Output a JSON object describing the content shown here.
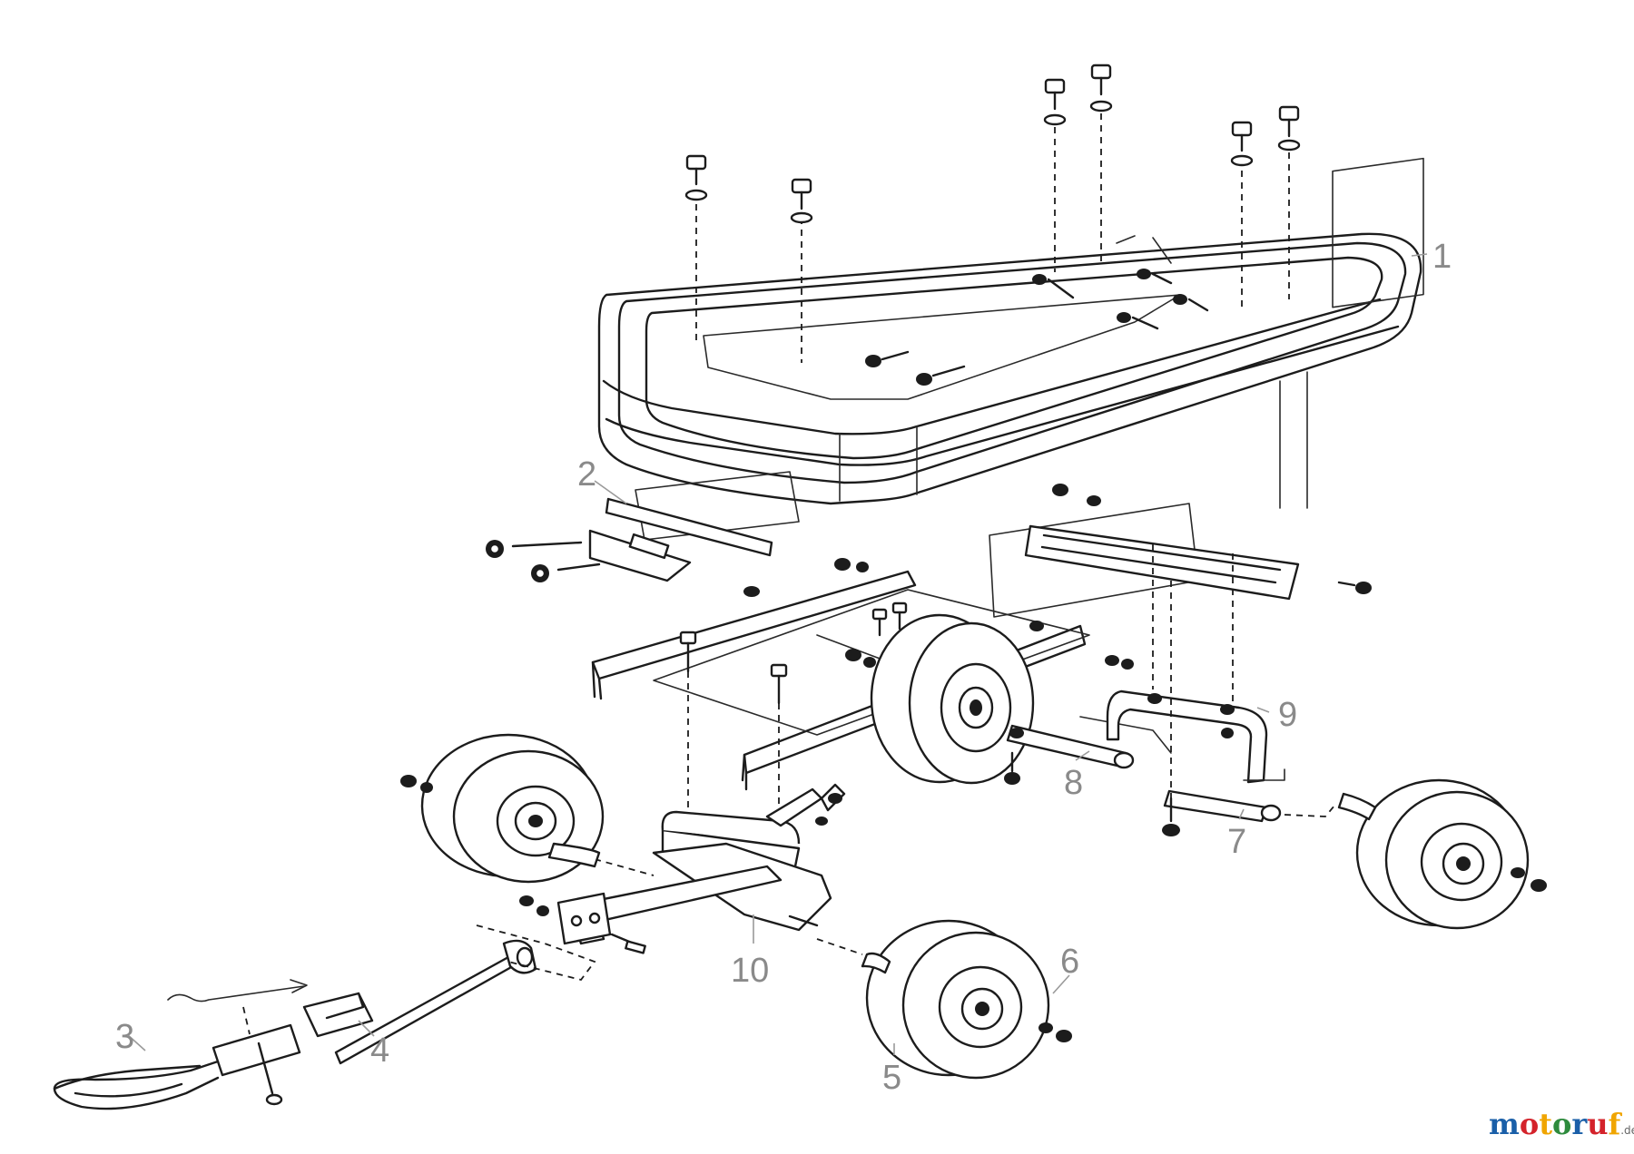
{
  "part_labels": [
    "1",
    "2",
    "3",
    "4",
    "5",
    "6",
    "7",
    "8",
    "9",
    "10"
  ],
  "watermark": {
    "letters": [
      "m",
      "o",
      "t",
      "o",
      "r",
      "u",
      "f"
    ],
    "colors": [
      "#1a5fa8",
      "#d4232b",
      "#f0a500",
      "#2e8b3d",
      "#1a5fa8",
      "#d4232b",
      "#f0a500"
    ],
    "suffix": ".de"
  }
}
